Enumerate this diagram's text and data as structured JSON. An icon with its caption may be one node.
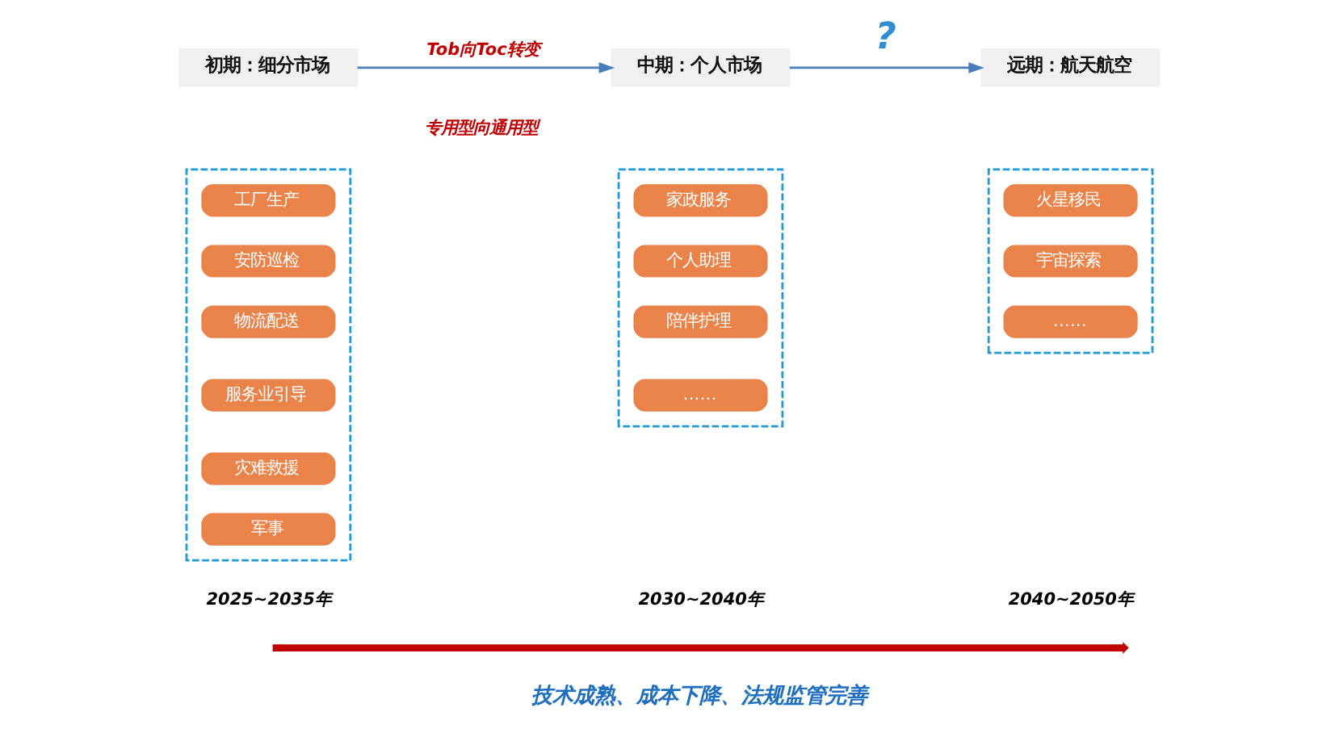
{
  "diagram": {
    "nodes": [
      {
        "text": [
          "初期：细分市场"
        ]
      },
      {
        "text": [
          "中期：个人市场"
        ]
      },
      {
        "text": [
          "远期：航天航空"
        ]
      },
      {
        "text": [],
        "shape": "box"
      },
      {
        "text": [
          "工厂生产"
        ],
        "in": 3
      },
      {
        "text": [
          "安防巡检"
        ],
        "in": 3
      },
      {
        "text": [
          "物流配送"
        ],
        "in": 3
      },
      {
        "text": [
          "服务业引导"
        ],
        "in": 3
      },
      {
        "text": [
          "灾难救援"
        ],
        "in": 3
      },
      {
        "text": [
          "军事"
        ],
        "in": 3
      },
      {
        "text": [],
        "shape": "box"
      },
      {
        "text": [
          "家政服务"
        ],
        "in": 10
      },
      {
        "text": [
          "个人助理"
        ],
        "in": 10
      },
      {
        "text": [
          "陪伴护理"
        ],
        "in": 10
      },
      {
        "text": [
          "……"
        ],
        "in": 10
      },
      {
        "text": [],
        "shape": "box"
      },
      {
        "text": [
          "火星移民"
        ],
        "in": 15
      },
      {
        "text": [
          "宇宙探索"
        ],
        "in": 15
      },
      {
        "text": [
          "……"
        ],
        "in": 15
      }
    ],
    "edges": [
      {
        "from": 0,
        "to": 1,
        "arrow": "to",
        "label": "Tob向Toc转变"
      },
      {
        "from": 1,
        "to": 2,
        "arrow": "to",
        "label": "?"
      }
    ],
    "labels": [
      "专用型向通用型",
      "2025~2035年",
      "2030~2040年",
      "2040~2050年",
      "技术成熟、成本下降、法规监管完善"
    ]
  }
}
